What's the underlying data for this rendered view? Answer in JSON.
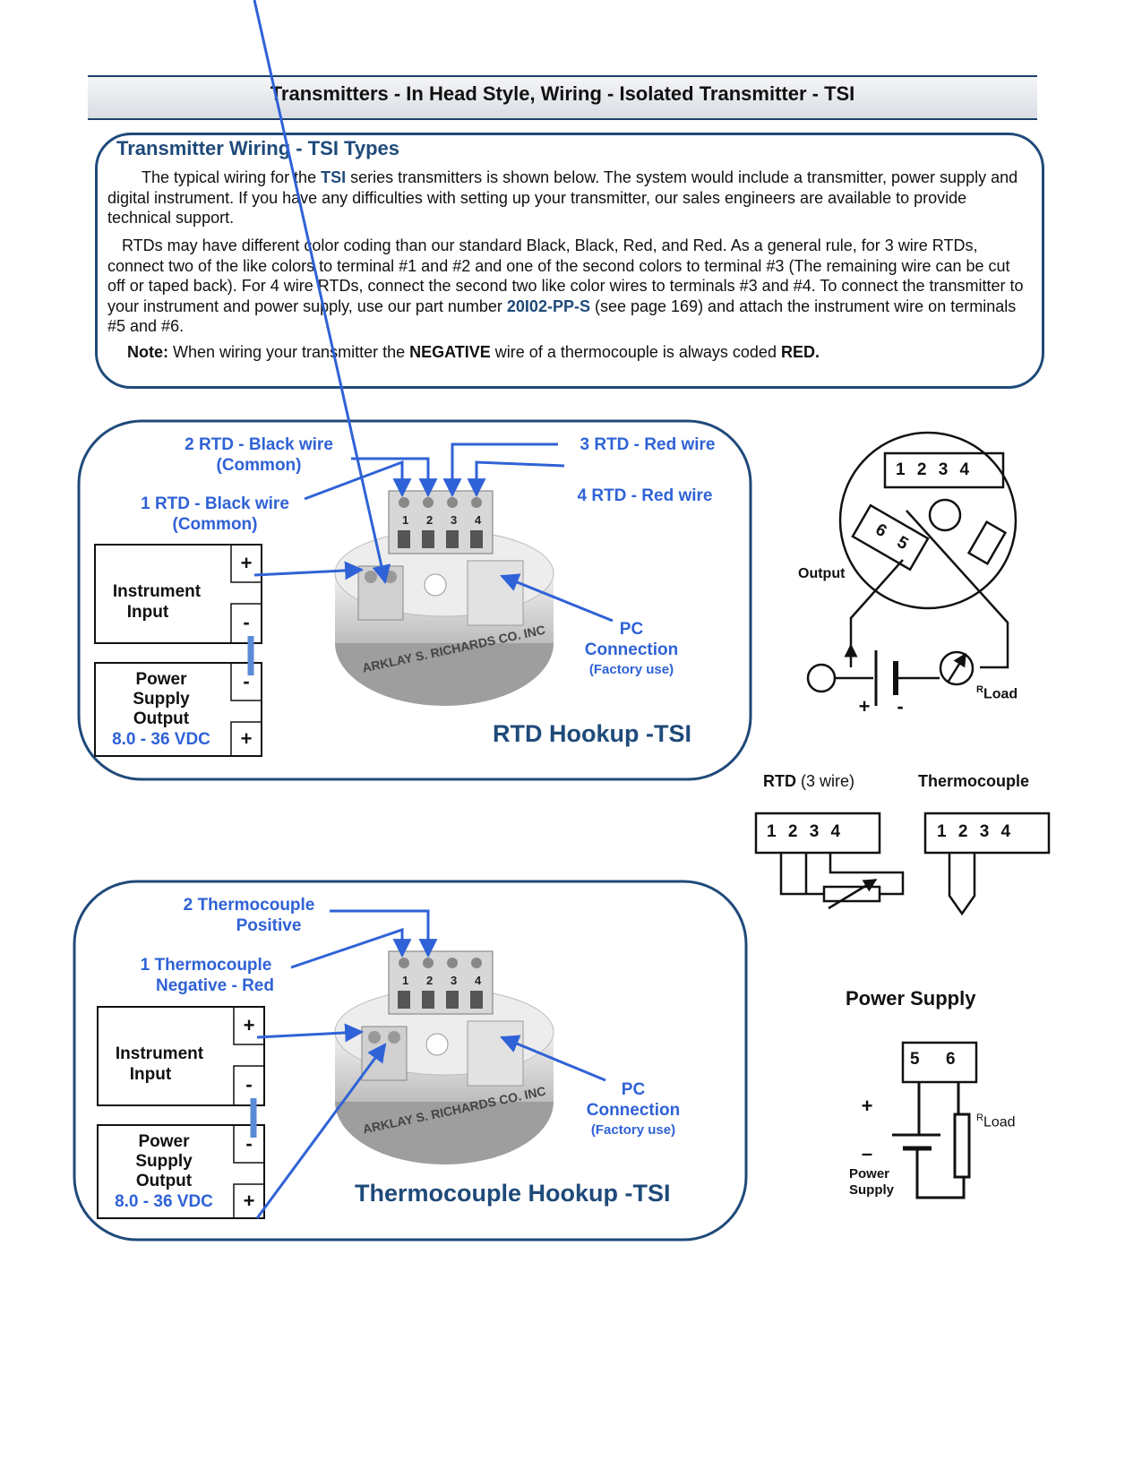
{
  "header": {
    "title": "Transmitters -  In Head Style, Wiring - Isolated Transmitter - TSI"
  },
  "intro": {
    "heading": "Transmitter Wiring - TSI Types",
    "p1_a": "The typical wiring for the ",
    "p1_tsi": "TSI",
    "p1_b": " series transmitters is shown below.   The system would include a transmitter, power supply and digital instrument.  If you have any difficulties with setting up your transmitter, our sales engineers are available to provide technical support.",
    "p2_a": "RTDs may have different color coding than our standard Black, Black, Red, and Red.   As a general rule, for 3 wire RTDs, connect two of the like colors to terminal #1 and #2 and one of the second colors to terminal #3 (The remaining wire can be cut off or taped back).   For 4 wire RTDs, connect the second two like color wires to terminals #3 and #4.    To connect the transmitter to your instrument and power supply, use our part number ",
    "p2_part": "20I02-PP-S",
    "p2_b": " (see page 169) and attach the instrument wire on terminals #5 and #6.",
    "note_label": "Note:",
    "note_a": "  When wiring your transmitter the ",
    "note_neg": "NEGATIVE",
    "note_b": " wire of a thermocouple is always coded ",
    "note_red": "RED."
  },
  "rtd_panel": {
    "title": "RTD Hookup -TSI",
    "label_2": "2 RTD - Black wire",
    "label_2_sub": "(Common)",
    "label_1": "1 RTD - Black wire",
    "label_1_sub": "(Common)",
    "label_3": "3 RTD - Red wire",
    "label_4": "4 RTD - Red wire",
    "pc": "PC",
    "pc_conn": "Connection",
    "pc_factory": "(Factory use)",
    "instrument": "Instrument",
    "input": "Input",
    "power": "Power",
    "supply": "Supply",
    "output": "Output",
    "voltage": "8.0 - 36 VDC",
    "plus": "+",
    "minus": "-",
    "brand": "ARKLAY S. RICHARDS CO. INC"
  },
  "tc_panel": {
    "title": "Thermocouple Hookup -TSI",
    "label_2": "2 Thermocouple",
    "label_2_sub": "Positive",
    "label_1": "1 Thermocouple",
    "label_1_sub": "Negative - Red",
    "pc": "PC",
    "pc_conn": "Connection",
    "pc_factory": "(Factory use)",
    "instrument": "Instrument",
    "input": "Input",
    "power": "Power",
    "supply": "Supply",
    "output": "Output",
    "voltage": "8.0 - 36 VDC",
    "plus": "+",
    "minus": "-",
    "brand": "ARKLAY S. RICHARDS CO. INC"
  },
  "head_schematic": {
    "terminals": "1  2  3  4",
    "t6": "6",
    "t5": "5",
    "output": "Output",
    "plus": "+",
    "minus": "-",
    "rload_r": "R",
    "rload_sub": "Load"
  },
  "rtd_schematic": {
    "title_b": "RTD",
    "title_n": " (3 wire)",
    "terminals": "1  2  3  4"
  },
  "tc_schematic": {
    "title": "Thermocouple",
    "terminals": "1  2  3  4"
  },
  "power_schematic": {
    "title": "Power Supply",
    "t5": "5",
    "t6": "6",
    "plus": "+",
    "minus": "–",
    "label_power": "Power",
    "label_supply": "Supply",
    "rload_r": "R",
    "rload_sub": "Load"
  }
}
